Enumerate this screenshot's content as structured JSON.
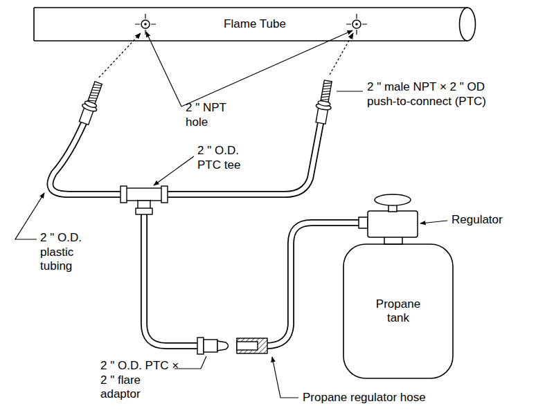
{
  "diagram": {
    "nodes": [
      {
        "text": [
          "Flame Tube"
        ]
      },
      {
        "text": [
          "Propane tank"
        ]
      }
    ],
    "labels": [
      "2 \" NPT hole",
      "2 \" male NPT × 2 \" OD push-to-connect (PTC)",
      "2 \" O.D. PTC tee",
      "Regulator",
      "2 \" O.D. plastic tubing",
      "2 \" O.D. PTC × 2 \" flare adaptor",
      "Propane regulator hose"
    ]
  }
}
